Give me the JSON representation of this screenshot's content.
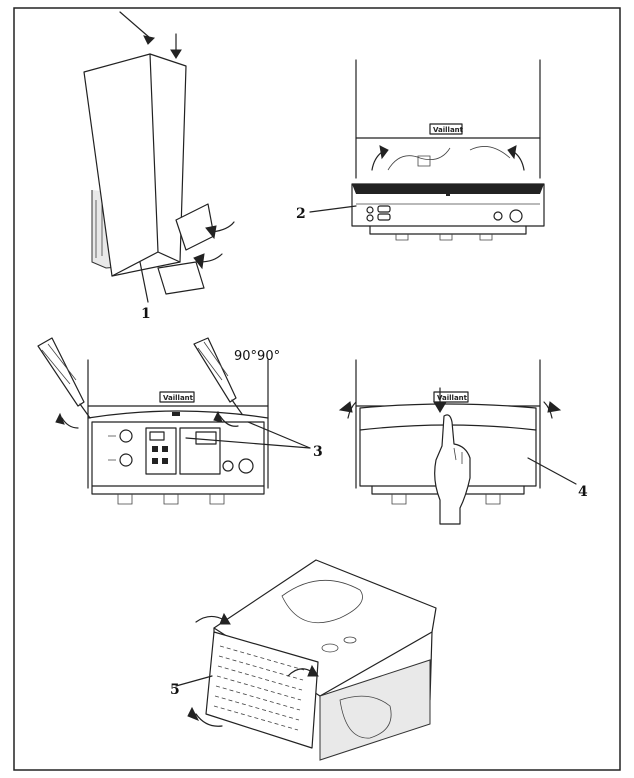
{
  "callouts": {
    "c1": "1",
    "c2": "2",
    "c3": "3",
    "c4": "4",
    "c5": "5"
  },
  "angle_label": "90°90°",
  "brand_marks": [
    "Vaillant",
    "Vaillant",
    "Vaillant"
  ],
  "colors": {
    "line": "#222222",
    "background": "#ffffff"
  }
}
